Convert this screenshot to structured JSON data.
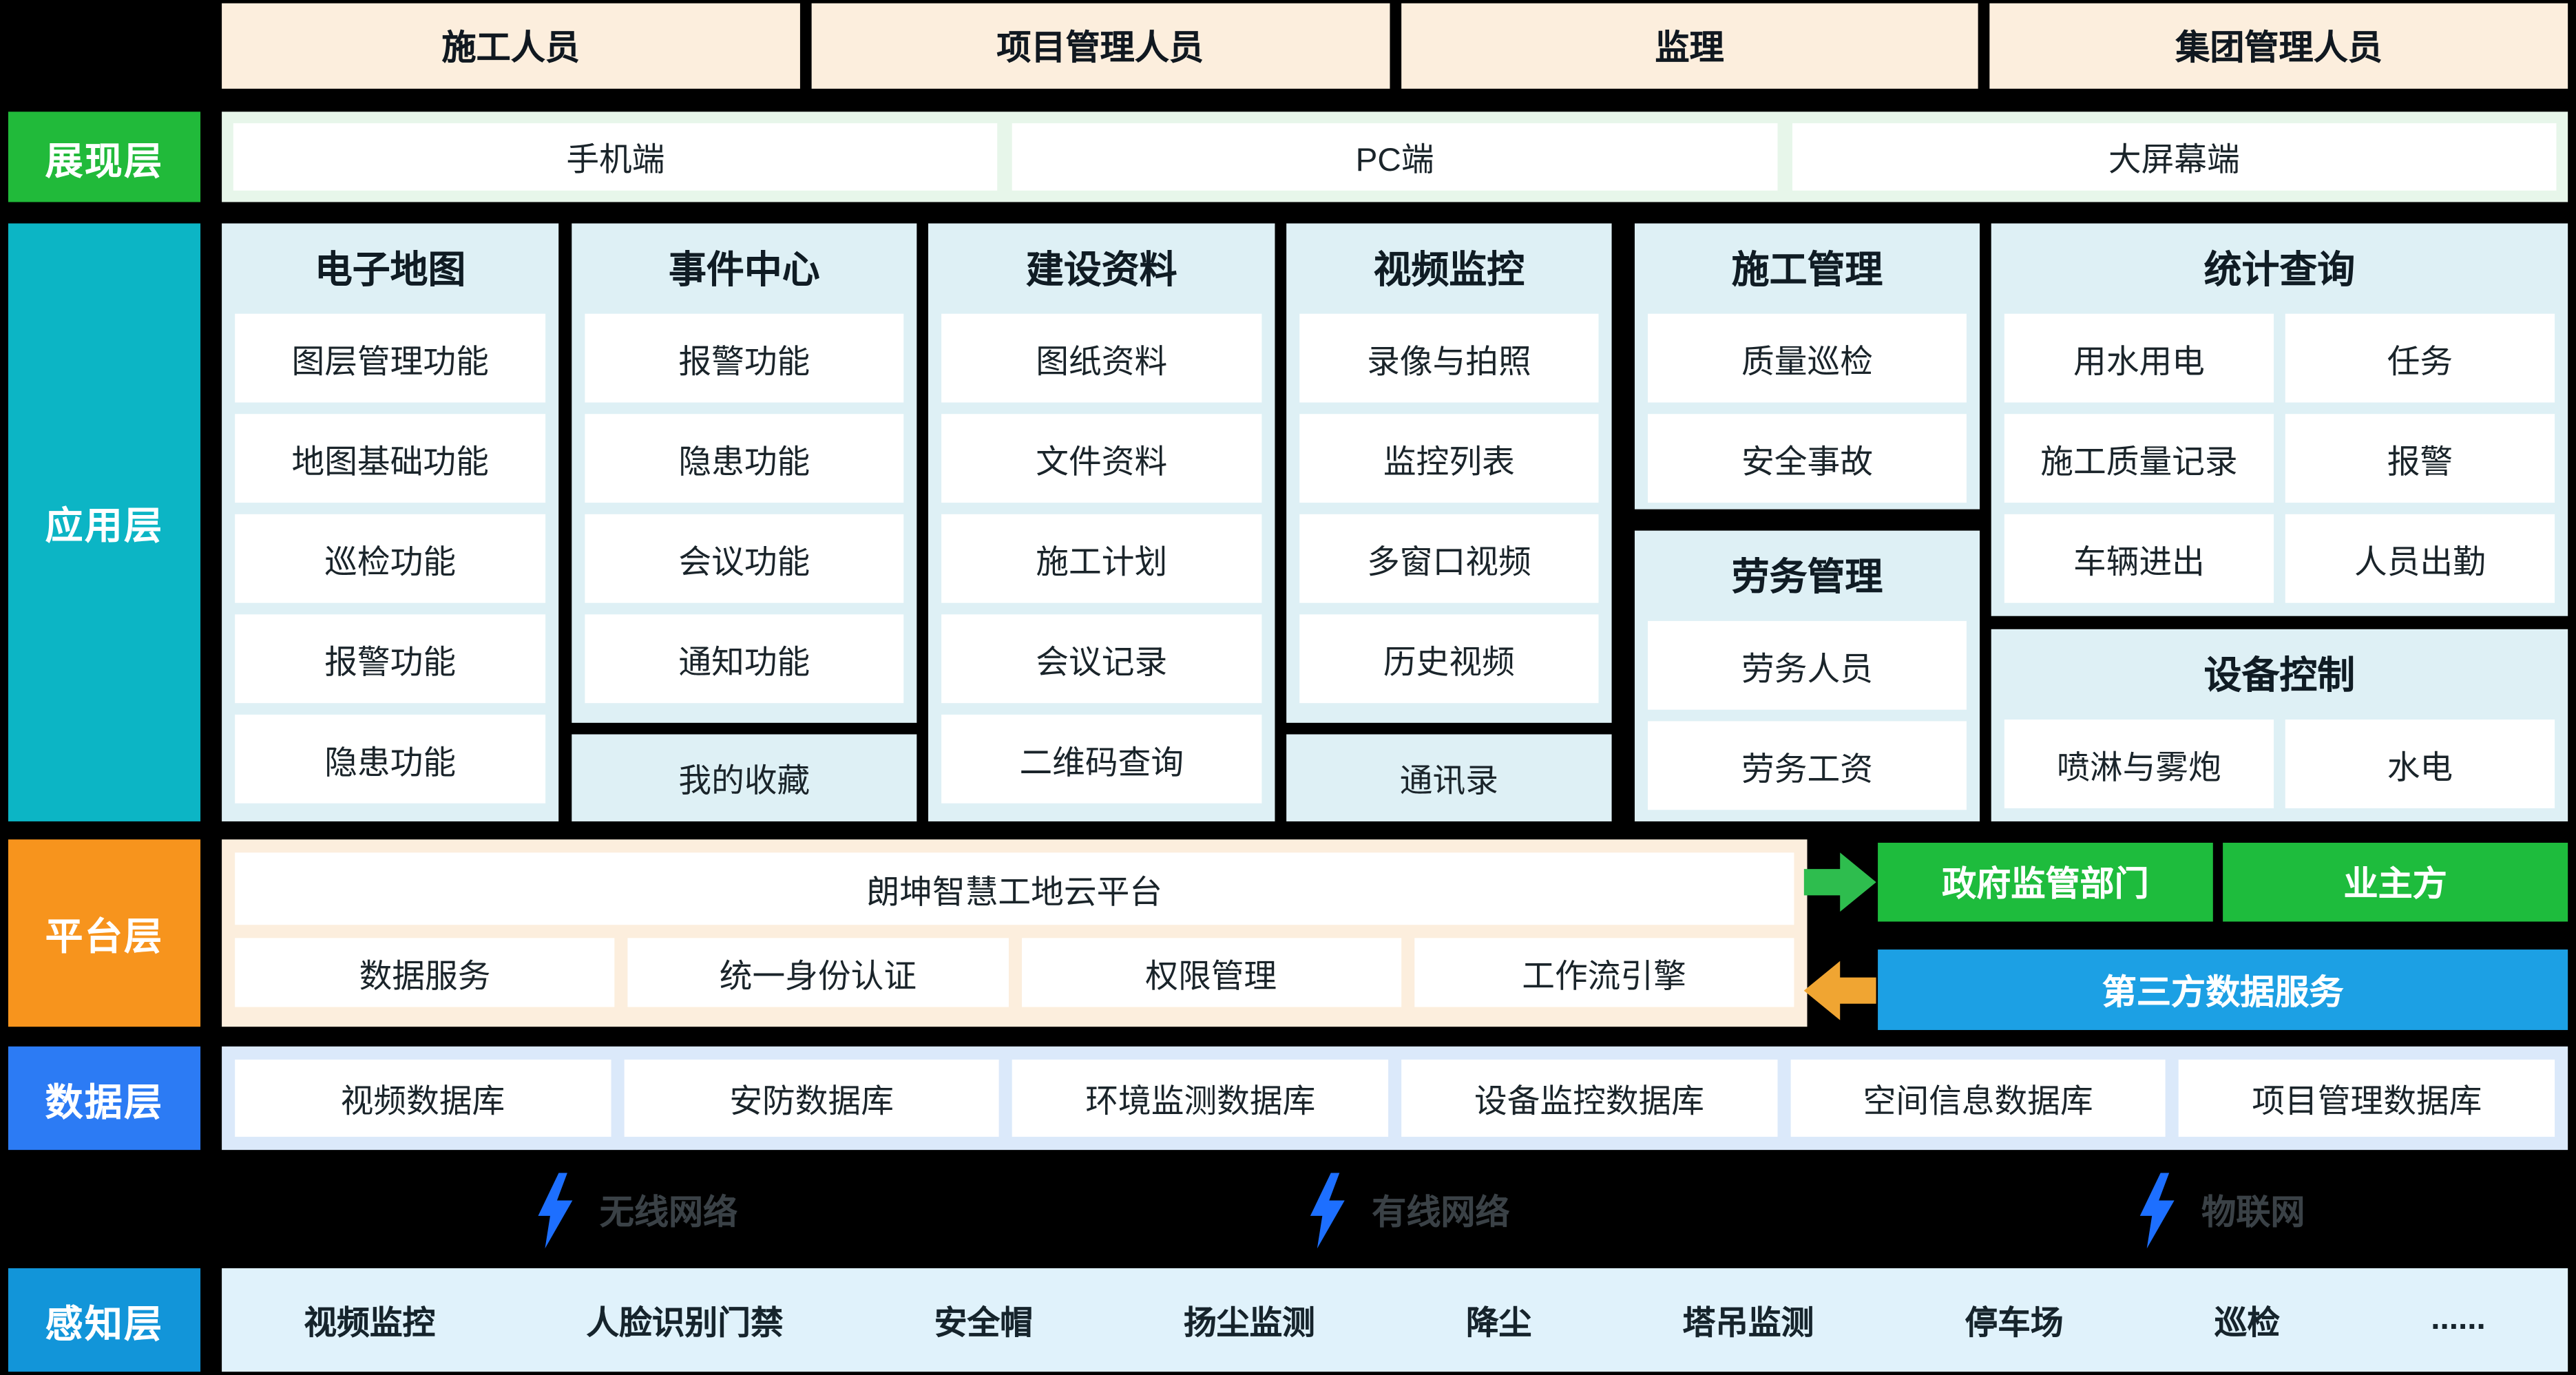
{
  "personas": [
    "施工人员",
    "项目管理人员",
    "监理",
    "集团管理人员"
  ],
  "presentation": {
    "label": "展现层",
    "items": [
      "手机端",
      "PC端",
      "大屏幕端"
    ]
  },
  "app": {
    "label": "应用层",
    "col1": {
      "title": "电子地图",
      "items": [
        "图层管理功能",
        "地图基础功能",
        "巡检功能",
        "报警功能",
        "隐患功能"
      ]
    },
    "col2": {
      "title": "事件中心",
      "items": [
        "报警功能",
        "隐患功能",
        "会议功能",
        "通知功能"
      ],
      "footer": "我的收藏"
    },
    "col3": {
      "title": "建设资料",
      "items": [
        "图纸资料",
        "文件资料",
        "施工计划",
        "会议记录",
        "二维码查询"
      ]
    },
    "col4": {
      "title": "视频监控",
      "items": [
        "录像与拍照",
        "监控列表",
        "多窗口视频",
        "历史视频"
      ],
      "footer": "通讯录"
    },
    "col5a": {
      "title": "施工管理",
      "items": [
        "质量巡检",
        "安全事故"
      ]
    },
    "col5b": {
      "title": "劳务管理",
      "items": [
        "劳务人员",
        "劳务工资"
      ]
    },
    "col6a": {
      "title": "统计查询",
      "items": [
        "用水用电",
        "任务",
        "施工质量记录",
        "报警",
        "车辆进出",
        "人员出勤"
      ]
    },
    "col6b": {
      "title": "设备控制",
      "items": [
        "喷淋与雾炮",
        "水电"
      ]
    }
  },
  "platform": {
    "label": "平台层",
    "title": "朗坤智慧工地云平台",
    "items": [
      "数据服务",
      "统一身份认证",
      "权限管理",
      "工作流引擎"
    ]
  },
  "external": {
    "government": "政府监管部门",
    "owner": "业主方",
    "third_party": "第三方数据服务"
  },
  "data_layer": {
    "label": "数据层",
    "items": [
      "视频数据库",
      "安防数据库",
      "环境监测数据库",
      "设备监控数据库",
      "空间信息数据库",
      "项目管理数据库"
    ]
  },
  "network": {
    "items": [
      "无线网络",
      "有线网络",
      "物联网"
    ]
  },
  "perception": {
    "label": "感知层",
    "items": [
      "视频监控",
      "人脸识别门禁",
      "安全帽",
      "扬尘监测",
      "降尘",
      "塔吊监测",
      "停车场",
      "巡检",
      "......"
    ]
  },
  "colors": {
    "background": "#000000",
    "persona_bg": "#FCEEDD",
    "presentation_accent": "#21BA3A",
    "presentation_bg": "#E7F6EA",
    "application_accent": "#0CB5C5",
    "application_bg": "#DEF0F5",
    "platform_accent": "#F7941D",
    "platform_bg": "#FCEEDD",
    "data_accent": "#2C7BF4",
    "data_bg": "#DBE9FA",
    "perception_accent": "#1295D9",
    "perception_bg": "#E0F2FB",
    "external_green": "#1EBC3D",
    "third_party_blue": "#1CA0E4",
    "arrow_green": "#2EBD4E",
    "arrow_orange": "#F0A532",
    "lightning_blue": "#1D6FFF"
  }
}
